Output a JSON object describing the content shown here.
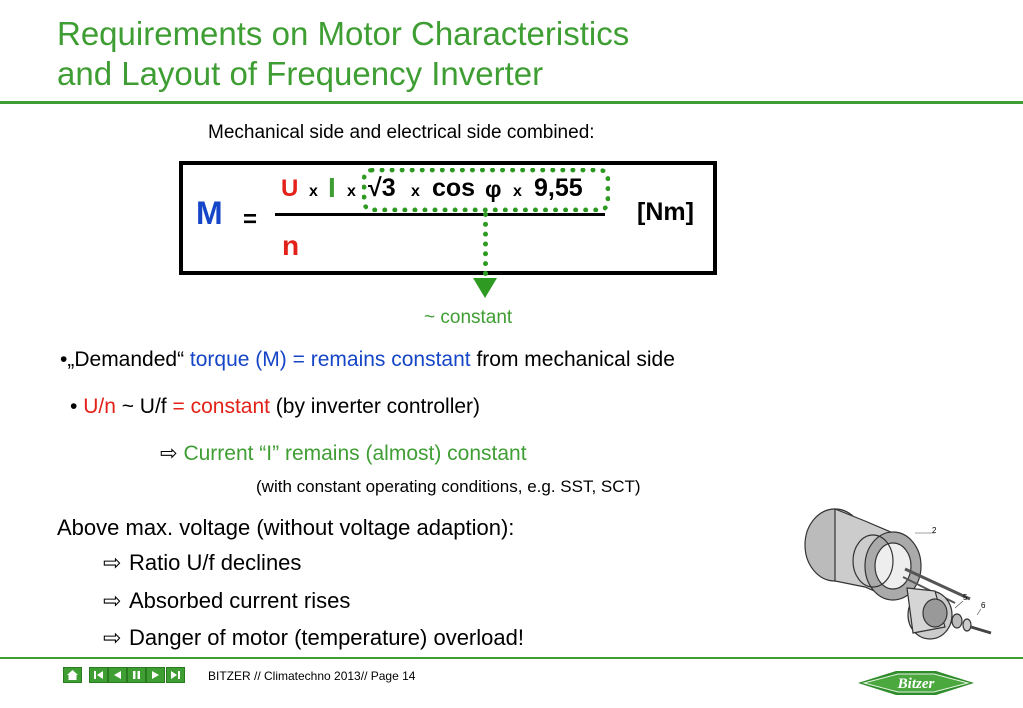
{
  "title": {
    "line1": "Requirements on Motor Characteristics",
    "line2": "and Layout of Frequency Inverter"
  },
  "subtitle": "Mechanical side and electrical side combined:",
  "formula": {
    "lhs": "M",
    "equals": "=",
    "num_u": "U",
    "times": "x",
    "num_i": "I",
    "num_sqrt": "√3",
    "num_cos": "cos",
    "num_phi": "φ",
    "num_const": "9,55",
    "denominator": "n",
    "unit": "[Nm]"
  },
  "constant_note": "~ constant",
  "bullet1": {
    "prefix": "•„Demanded“ ",
    "torque": "torque (M)",
    "eq": " = ",
    "remains": "remains constant",
    "suffix": " from mechanical side"
  },
  "bullet2": {
    "prefix": "• ",
    "un": "U/n",
    "mid": " ~ U/f ",
    "eq": "= constant",
    "suffix": " (by inverter controller)"
  },
  "bullet3": {
    "arrow": "⇨",
    "text": "Current “I” remains (almost) constant",
    "note": "(with constant operating conditions, e.g. SST, SCT)"
  },
  "paragraph": "Above max. voltage (without voltage adaption):",
  "sub_items": [
    {
      "arrow": "⇨",
      "text": "Ratio U/f declines"
    },
    {
      "arrow": "⇨",
      "text": "Absorbed current rises"
    },
    {
      "arrow": "⇨",
      "text": "Danger of motor (temperature) overload!"
    }
  ],
  "motor_labels": {
    "l1": "2",
    "l2": "5",
    "l3": "6"
  },
  "footer": {
    "text": "BITZER //  Climatechno 2013//  Page 14",
    "nav_icons": [
      "home-icon",
      "first-icon",
      "prev-icon",
      "pause-icon",
      "next-icon",
      "last-icon"
    ],
    "logo_text": "Bitzer"
  },
  "colors": {
    "accent_green": "#3f9e33",
    "blue": "#1646c8",
    "red": "#e32119"
  }
}
